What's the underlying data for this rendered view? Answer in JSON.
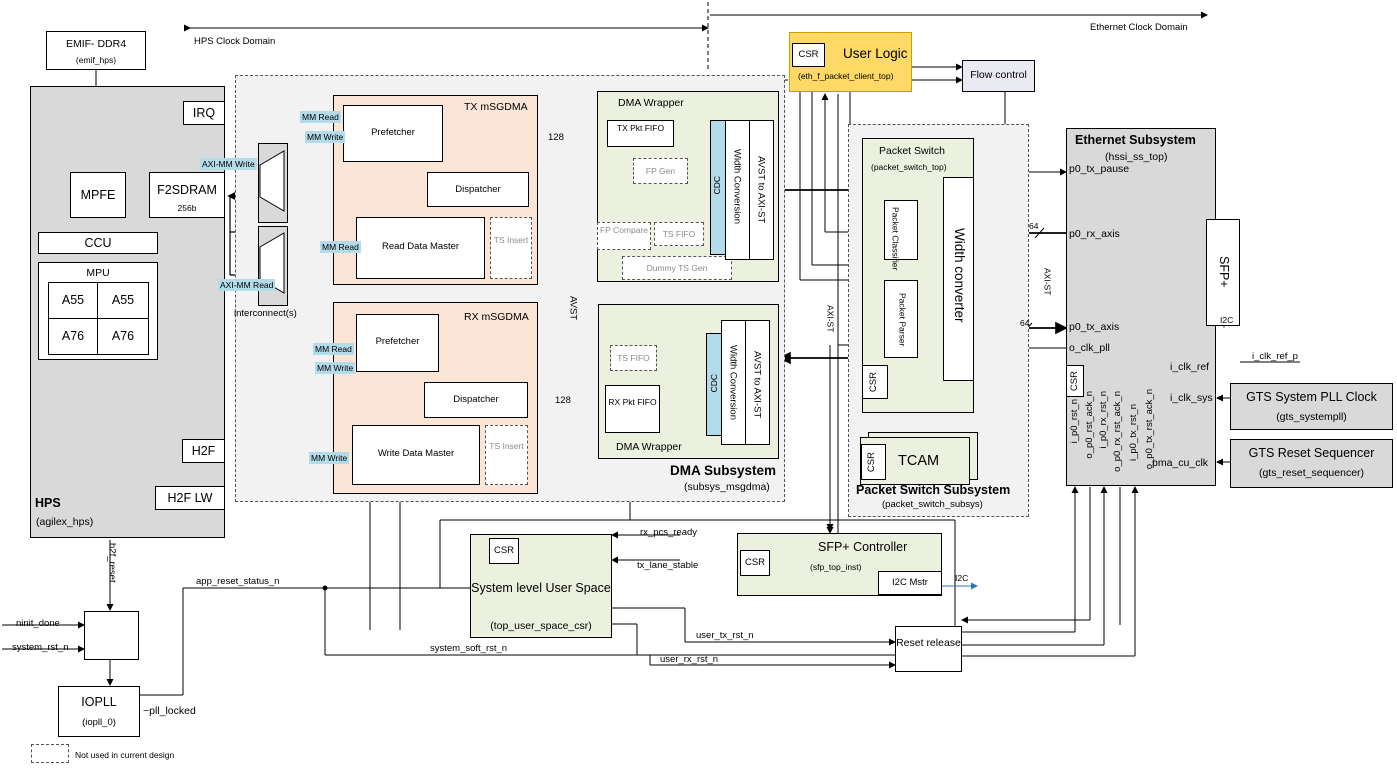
{
  "domains": {
    "hps": "HPS Clock Domain",
    "eth": "Ethernet Clock Domain"
  },
  "emif": {
    "title": "EMIF- DDR4",
    "sub": "(emif_hps)"
  },
  "hps": {
    "irq": "IRQ",
    "mpfe": "MPFE",
    "f2sdram": "F2SDRAM",
    "f2sdram_w": "256b",
    "ccu": "CCU",
    "mpu": "MPU",
    "cores": [
      "A55",
      "A55",
      "A76",
      "A76"
    ],
    "h2f": "H2F",
    "h2flw": "H2F LW",
    "name": "HPS",
    "sub": "(agilex_hps)"
  },
  "interconnect": {
    "label": "interconnect(s)",
    "axi_write": "AXI-MM Write",
    "axi_read": "AXI-MM Read"
  },
  "tx_msgdma": {
    "title": "TX mSGDMA",
    "prefetcher": "Prefetcher",
    "dispatcher": "Dispatcher",
    "rdm": "Read Data Master",
    "ts_insert": "TS Insert",
    "mm_read": "MM Read",
    "mm_write": "MM Write",
    "mm_read2": "MM Read"
  },
  "rx_msgdma": {
    "title": "RX mSGDMA",
    "prefetcher": "Prefetcher",
    "dispatcher": "Dispatcher",
    "wdm": "Write Data Master",
    "ts_insert": "TS Insert",
    "mm_read": "MM Read",
    "mm_write": "MM Write",
    "mm_write2": "MM Write"
  },
  "dma_wrapper_tx": {
    "title": "DMA Wrapper",
    "tx_pkt_fifo": "TX Pkt FIFO",
    "fp_gen": "FP Gen",
    "fp_compare": "FP Compare",
    "ts_fifo": "TS FIFO",
    "cdc": "CDC",
    "width": "Width Conversion",
    "avst": "AVST to AXI-ST",
    "dummy": "Dummy TS Gen"
  },
  "dma_wrapper_rx": {
    "title": "DMA Wrapper",
    "ts_fifo": "TS FIFO",
    "rx_pkt_fifo": "RX Pkt FIFO",
    "cdc": "CDC",
    "width": "Width Conversion",
    "avst": "AVST to AXI-ST"
  },
  "dma_subsystem": {
    "title": "DMA Subsystem",
    "sub": "(subsys_msgdma)"
  },
  "bus": {
    "w128a": "128",
    "w128b": "128",
    "w64a": "64",
    "w64b": "64",
    "avst": "AVST",
    "axist1": "AXI-ST",
    "axist2": "AXI-ST"
  },
  "user_logic": {
    "csr": "CSR",
    "title": "User Logic",
    "sub": "(eth_f_packet_client_top)"
  },
  "flow_control": "Flow control",
  "packet_switch": {
    "title": "Packet Switch",
    "sub": "(packet_switch_top)",
    "classifier": "Packet Classifier",
    "parser": "Packet Parser",
    "width": "Width converter",
    "csr": "CSR",
    "tcam": "TCAM",
    "tcam_csr": "CSR",
    "subsystem": "Packet Switch Subsystem",
    "subsystem_sub": "(packet_switch_subsys)"
  },
  "ethernet": {
    "title": "Ethernet Subsystem",
    "sub": "(hssi_ss_top)",
    "p0_tx_pause": "p0_tx_pause",
    "p0_rx_axis": "p0_rx_axis",
    "p0_tx_axis": "p0_tx_axis",
    "o_clk_pll": "o_clk_pll",
    "i_clk_ref": "i_clk_ref",
    "i_clk_sys": "i_clk_sys",
    "pma_cu_clk": "pma_cu_clk",
    "csr": "CSR",
    "sfp": "SFP+",
    "i2c": "I2C",
    "resets": [
      "i_p0_rst_n",
      "o_p0_rst_ack_n",
      "i_p0_rx_rst_n",
      "o_p0_rx_rst_ack_n",
      "i_p0_tx_rst_n",
      "o_p0_tx_rst_ack_n"
    ]
  },
  "gts_pll": {
    "title": "GTS System PLL Clock",
    "sub": "(gts_systempll)",
    "sig": "i_clk_ref_p"
  },
  "gts_reset": {
    "title": "GTS Reset Sequencer",
    "sub": "(gts_reset_sequencer)"
  },
  "user_space": {
    "csr": "CSR",
    "title": "System level User Space",
    "sub": "(top_user_space_csr)",
    "rx_pcs_ready": "rx_pcs_ready",
    "tx_lane_stable": "tx_lane_stable"
  },
  "sfp_ctrl": {
    "title": "SFP+ Controller",
    "sub": "(sfp_top_inst)",
    "csr": "CSR",
    "i2c_mstr": "I2C Mstr",
    "i2c": "I2C"
  },
  "reset_release": {
    "title": "Reset release",
    "user_tx": "user_tx_rst_n",
    "user_rx": "user_rx_rst_n",
    "app_status": "app_reset_status_n",
    "soft": "system_soft_rst_n"
  },
  "bottom": {
    "h2f_reset": "h2f_reset",
    "ninit_done": "ninit_done",
    "system_rst_n": "system_rst_n",
    "pll_locked": "~pll_locked",
    "iopll": "IOPLL",
    "iopll_sub": "(iopll_0)",
    "legend": "Not used in current design"
  }
}
